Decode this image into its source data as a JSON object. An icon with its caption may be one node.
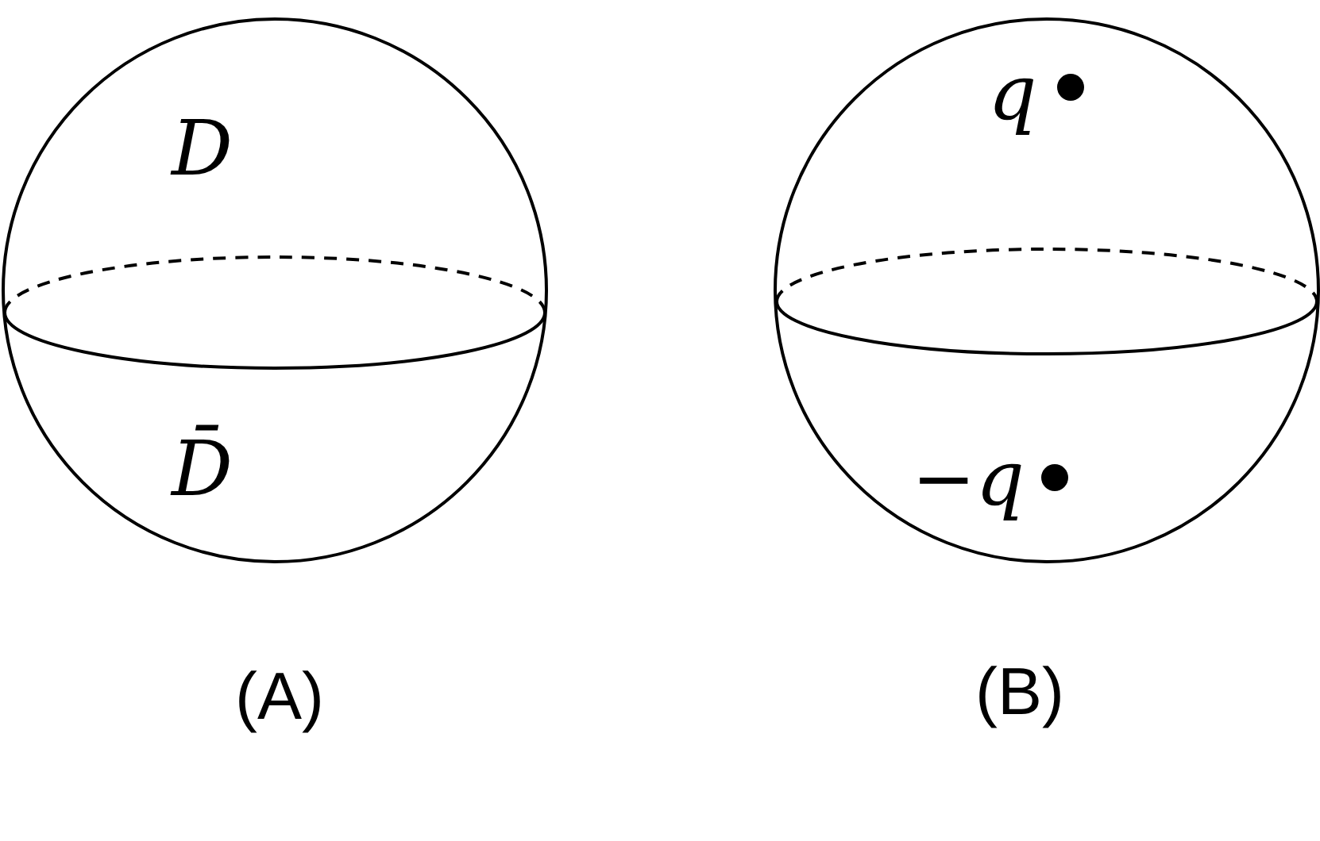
{
  "diagram": {
    "nodes": [
      {
        "text": [
          "D",
          "D̄"
        ],
        "beside": [
          "(A)"
        ]
      },
      {
        "text": [
          "q",
          "−q"
        ],
        "beside": [
          "(B)"
        ]
      }
    ]
  }
}
